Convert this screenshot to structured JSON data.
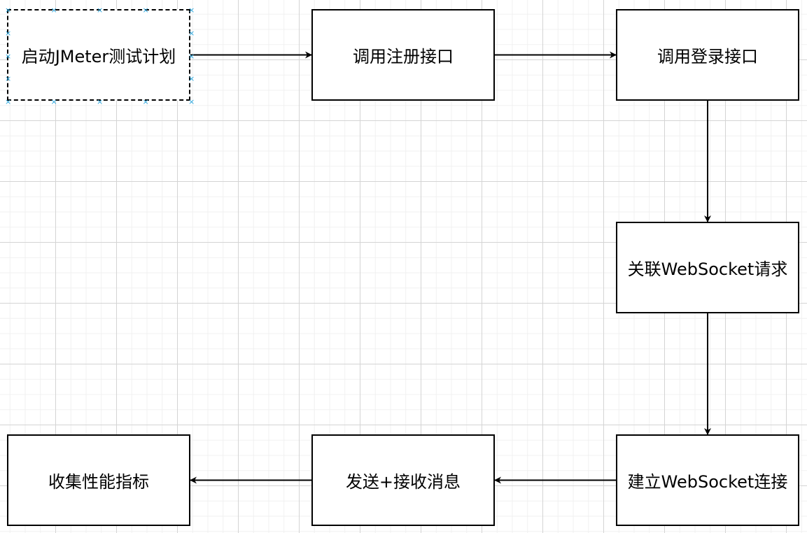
{
  "nodes": [
    {
      "id": "start",
      "label": "启动JMeter测试计划"
    },
    {
      "id": "register",
      "label": "调用注册接口"
    },
    {
      "id": "login",
      "label": "调用登录接口"
    },
    {
      "id": "correlate",
      "label": "关联WebSocket请求"
    },
    {
      "id": "connect",
      "label": "建立WebSocket连接"
    },
    {
      "id": "send",
      "label": "发送+接收消息"
    },
    {
      "id": "collect",
      "label": "收集性能指标"
    }
  ],
  "edges": [
    {
      "from": "start",
      "to": "register"
    },
    {
      "from": "register",
      "to": "login"
    },
    {
      "from": "login",
      "to": "correlate"
    },
    {
      "from": "correlate",
      "to": "connect"
    },
    {
      "from": "connect",
      "to": "send"
    },
    {
      "from": "send",
      "to": "collect"
    }
  ],
  "selected_node": "start",
  "colors": {
    "stroke": "#000000",
    "selection_handle": "#29a6de",
    "grid_major": "#d4d4d4",
    "grid_minor": "#f0f0f0"
  }
}
